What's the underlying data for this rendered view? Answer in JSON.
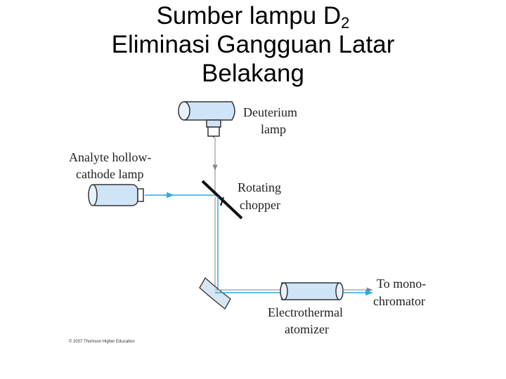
{
  "title": {
    "line1": "Sumber lampu D",
    "line1_sub": "2",
    "line2": "Eliminasi Gangguan Latar",
    "line3": "Belakang"
  },
  "labels": {
    "deuterium_1": "Deuterium",
    "deuterium_2": "lamp",
    "analyte_1": "Analyte hollow-",
    "analyte_2": "cathode lamp",
    "chopper_1": "Rotating",
    "chopper_2": "chopper",
    "atomizer_1": "Electrothermal",
    "atomizer_2": "atomizer",
    "mono_1": "To mono-",
    "mono_2": "chromator"
  },
  "copyright": "© 2007 Thomson Higher Education",
  "colors": {
    "beam": "#2aa8e0",
    "lamp_fill": "#cfe4f7",
    "component_stroke": "#333333",
    "chopper": "#111111",
    "mirror_fill": "#d6e6f2"
  }
}
